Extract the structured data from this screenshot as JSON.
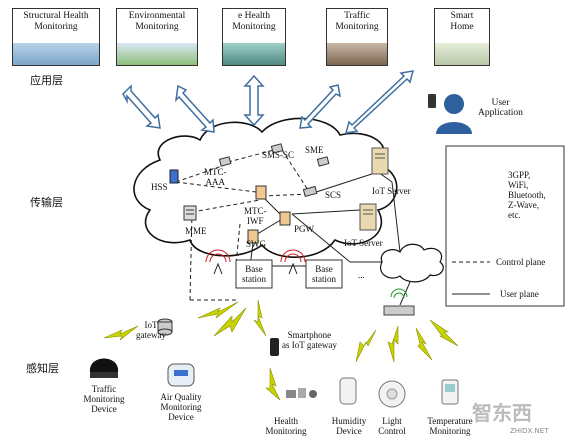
{
  "applications": [
    {
      "label": "Structural Health\nMonitoring",
      "thumb": "#7aa6c9"
    },
    {
      "label": "Environmental\nMonitoring",
      "thumb": "#8fbf7a"
    },
    {
      "label": "e Health\nMonitoring",
      "thumb": "#6aa7a0"
    },
    {
      "label": "Traffic\nMonitoring",
      "thumb": "#a0806a"
    },
    {
      "label": "Smart\nHome",
      "thumb": "#b9c8a8"
    }
  ],
  "layers": {
    "application": "应用层",
    "transport": "传输层",
    "perception": "感知层"
  },
  "user": {
    "label": "User\nApplication"
  },
  "network_nodes": {
    "hss": "HSS",
    "mtc_aaa": "MTC-\nAAA",
    "sms_sc": "SMS-SC",
    "sme": "SME",
    "scs": "SCS",
    "mme": "MME",
    "mtc_iwf": "MTC-\nIWF",
    "pgw": "PGW",
    "sgw": "SWG",
    "iot_server_1": "IoT Server",
    "iot_server_2": "IoT Server",
    "base_station_1": "Base\nstation",
    "base_station_2": "Base\nstation",
    "ellipsis": "..."
  },
  "legend": {
    "wireless": "3GPP,\nWiFi,\nBluetooth,\nZ-Wave,\netc.",
    "control_plane": "Control plane",
    "user_plane": "User plane"
  },
  "devices": {
    "iot_gateway": "IoT\ngateway",
    "smartphone": "Smartphone\nas IoT gateway",
    "traffic": "Traffic\nMonitoring\nDevice",
    "air_quality": "Air Quality\nMonitoring\nDevice",
    "health": "Health\nMonitoring",
    "humidity": "Humidity\nDevice",
    "light": "Light\nControl",
    "temperature": "Temperature\nMonitoring"
  },
  "watermark": "智东西",
  "watermark_url": "ZHIDX.NET",
  "colors": {
    "arrow": "#3f6fa0",
    "bolt": "#c8d400",
    "user_icon": "#2e5f9e"
  }
}
